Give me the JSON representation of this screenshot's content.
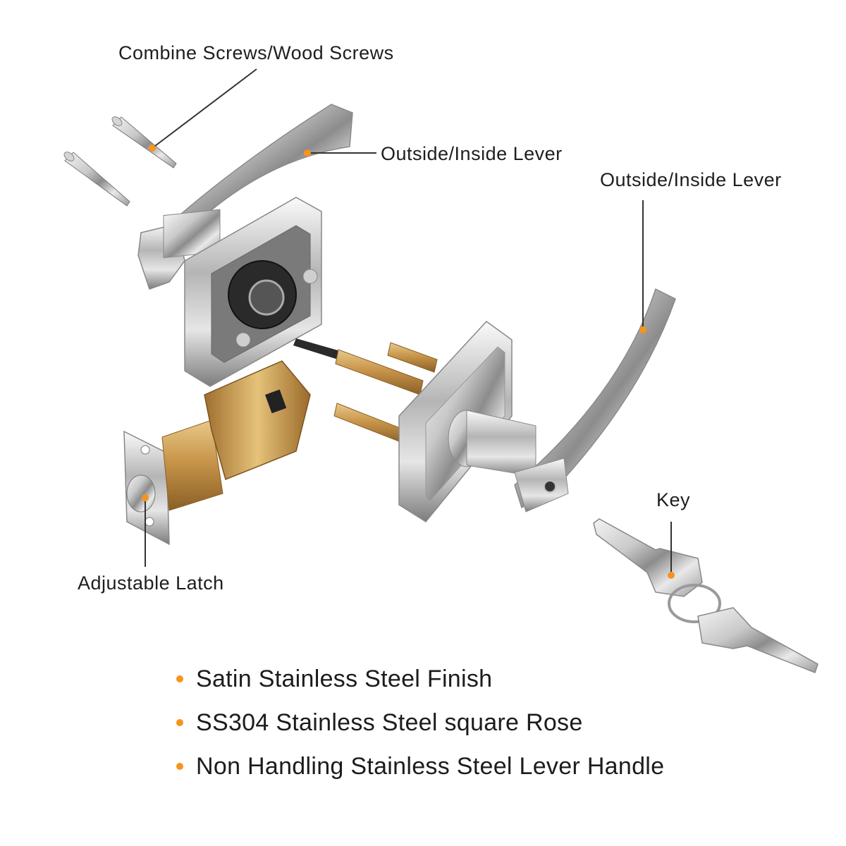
{
  "colors": {
    "accent": "#f7941d",
    "leader": "#333333"
  },
  "labels": {
    "screws": "Combine Screws/Wood Screws",
    "lever_left": "Outside/Inside Lever",
    "lever_right": "Outside/Inside Lever",
    "latch": "Adjustable Latch",
    "key": "Key"
  },
  "features": [
    "Satin Stainless Steel Finish",
    "SS304 Stainless Steel square Rose",
    "Non Handling Stainless Steel Lever Handle"
  ],
  "icons": [
    "orange-dot-marker",
    "bullet-dot"
  ]
}
